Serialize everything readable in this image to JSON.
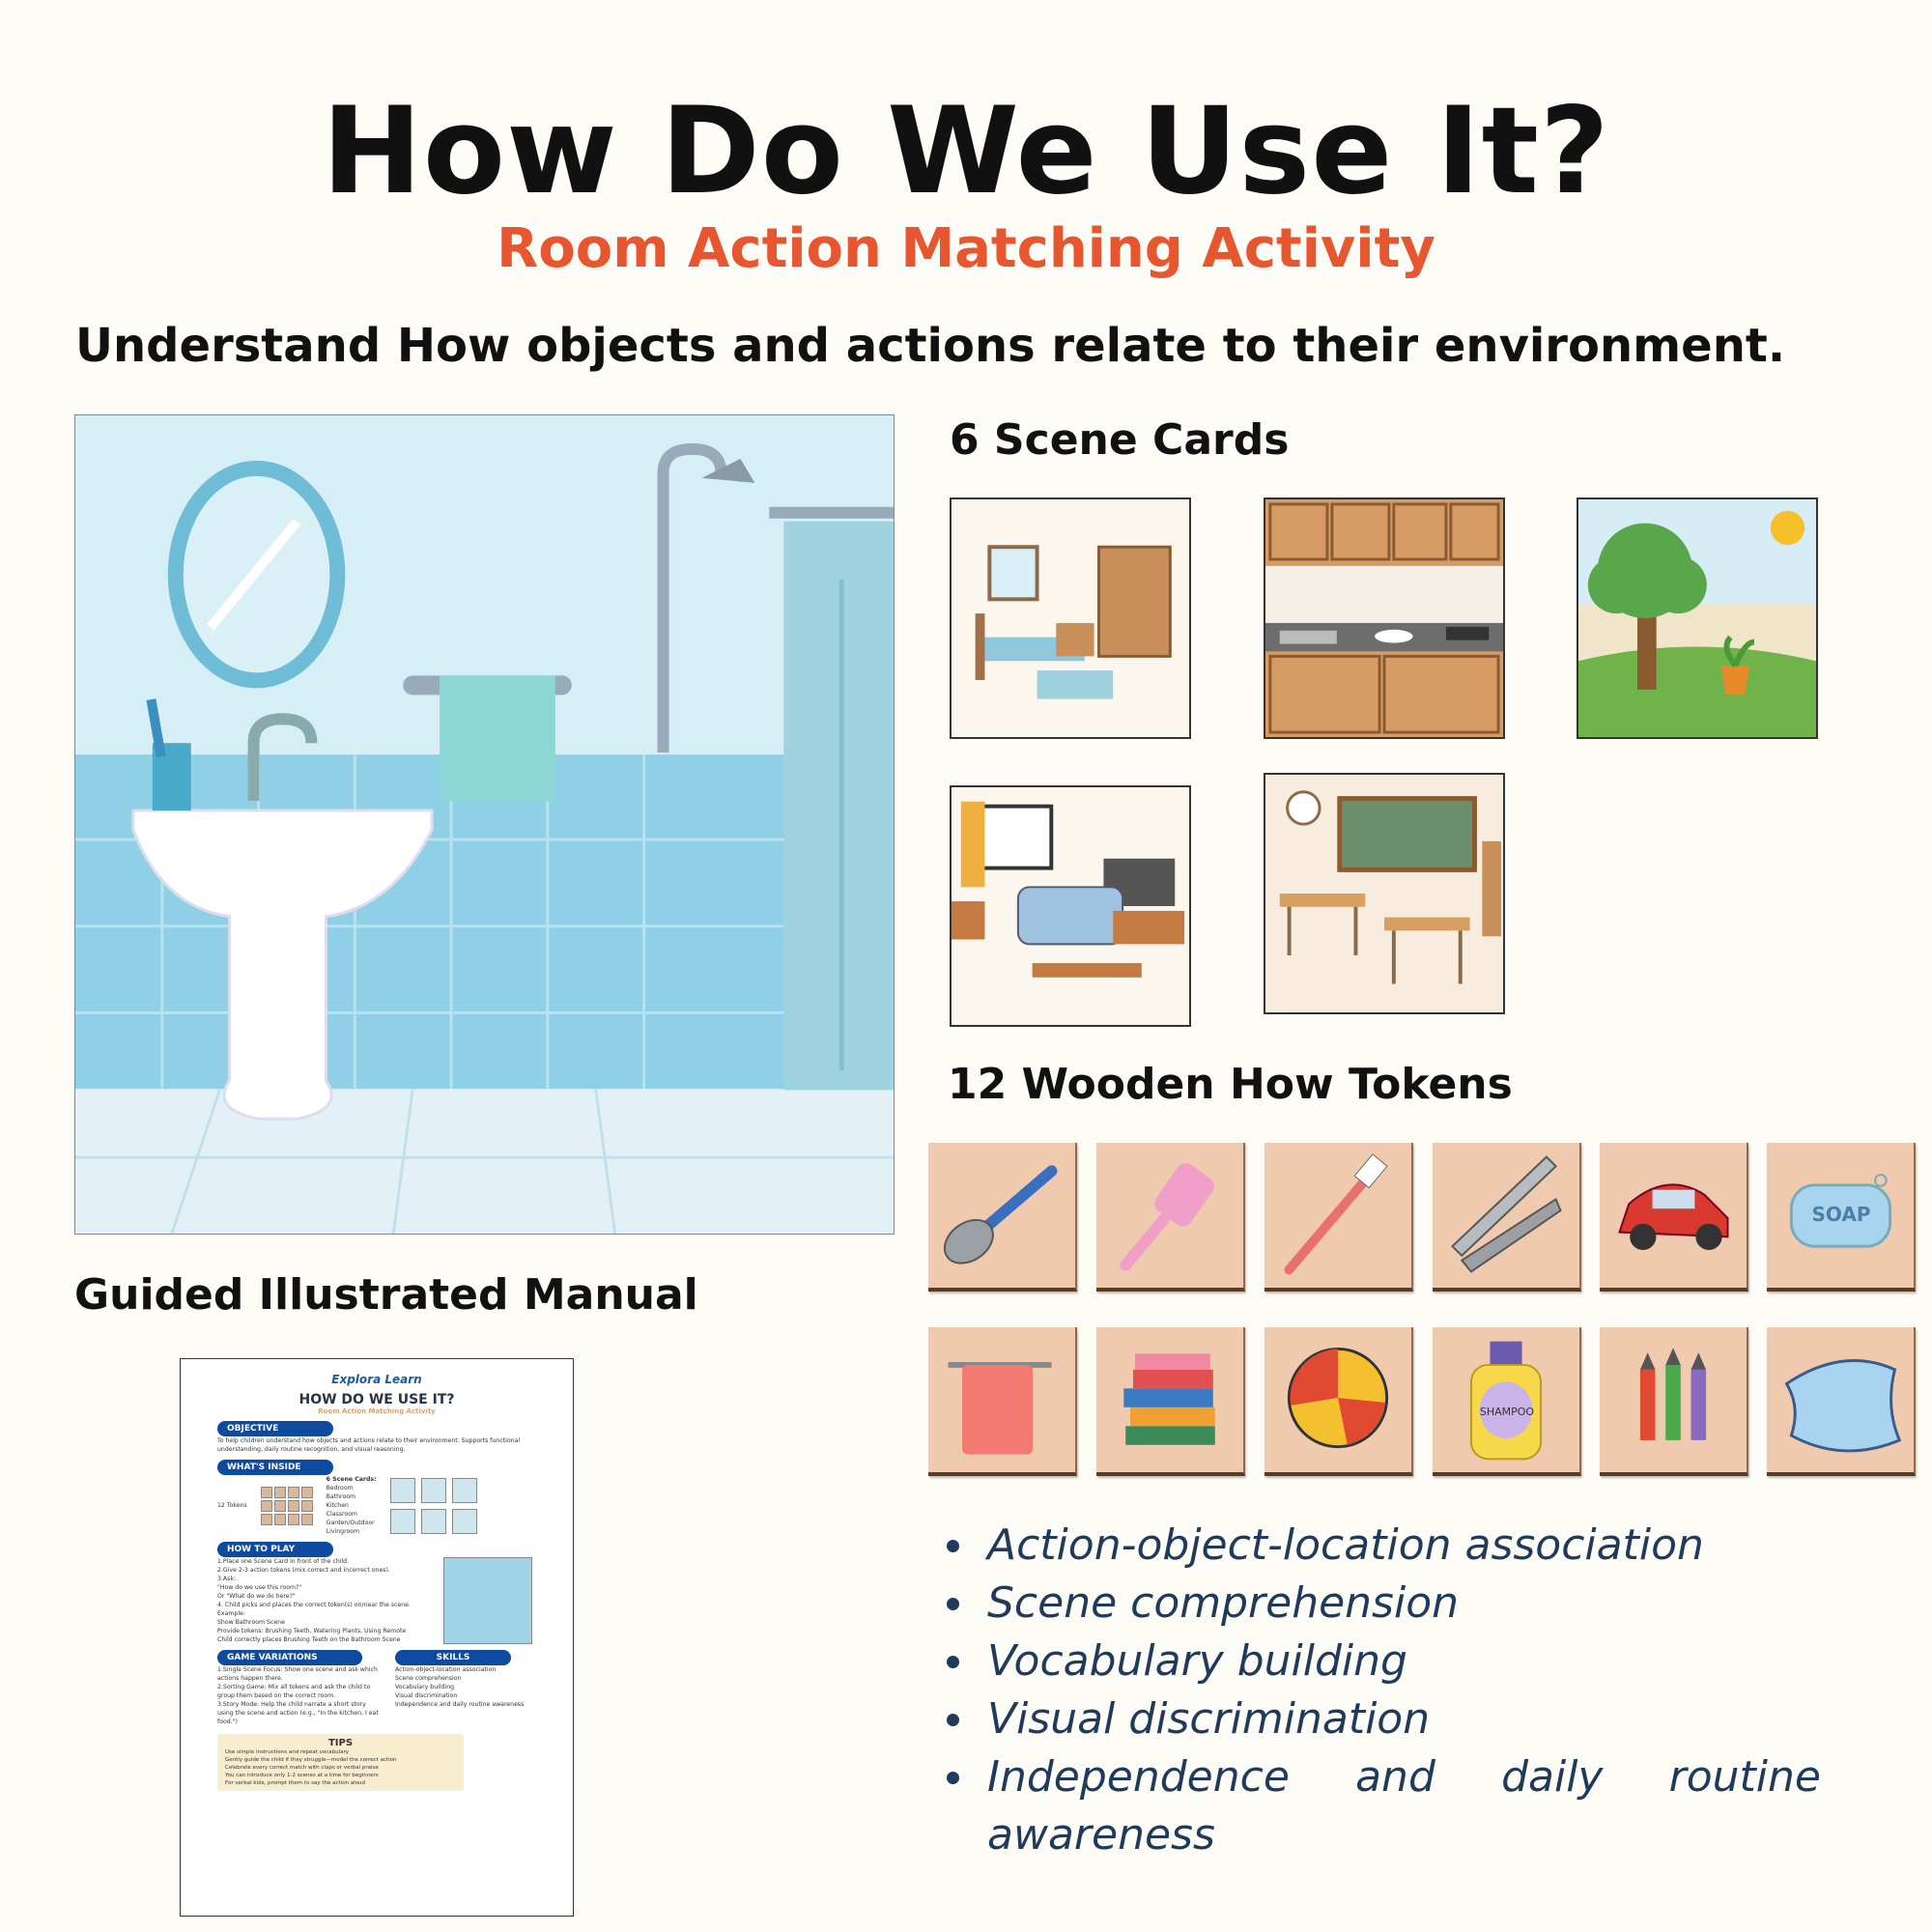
{
  "header": {
    "title": "How Do We Use It?",
    "subtitle": "Room Action Matching Activity",
    "tagline": "Understand How objects and actions relate to their environment."
  },
  "colors": {
    "accent": "#e8562f",
    "bullet_text": "#1f3a5a",
    "token_wood": "#efcaae",
    "manual_pill": "#0d4aa0"
  },
  "scene_cards": {
    "heading": "6 Scene Cards",
    "items": [
      "bedroom",
      "kitchen",
      "garden",
      "living-room",
      "classroom"
    ]
  },
  "tokens": {
    "heading": "12 Wooden How Tokens",
    "items": [
      {
        "icon": "spoon-icon"
      },
      {
        "icon": "comb-icon"
      },
      {
        "icon": "toothbrush-icon"
      },
      {
        "icon": "nail-clipper-icon"
      },
      {
        "icon": "toy-car-icon"
      },
      {
        "icon": "soap-icon",
        "label": "SOAP"
      },
      {
        "icon": "towel-icon"
      },
      {
        "icon": "books-icon"
      },
      {
        "icon": "ball-icon"
      },
      {
        "icon": "shampoo-icon",
        "label": "SHAMPOO"
      },
      {
        "icon": "crayons-icon"
      },
      {
        "icon": "pillow-icon"
      }
    ]
  },
  "skills": [
    "Action-object-location association",
    "Scene comprehension",
    "Vocabulary building",
    "Visual discrimination",
    "Independence and daily routine",
    "awareness"
  ],
  "manual": {
    "heading": "Guided Illustrated Manual",
    "brand": "Explora Learn",
    "title": "HOW DO WE USE IT?",
    "subtitle": "Room Action Matching Activity",
    "objective_label": "OBJECTIVE",
    "objective_text": "To help children understand how objects and actions relate to their environment. Supports functional understanding, daily routine recognition, and visual reasoning.",
    "inside_label": "WHAT'S INSIDE",
    "tokens_label": "12 Tokens",
    "scenes_label": "6 Scene Cards:",
    "scenes": [
      "Bedroom",
      "Bathroom",
      "Kitchen",
      "Classroom",
      "Garden/Outdoor",
      "Livingroom"
    ],
    "play_label": "HOW TO PLAY",
    "play_steps": [
      "1.Place one Scene Card in front of the child.",
      "2.Give 2-3 action tokens (mix correct and incorrect ones).",
      "3.Ask:",
      "\"How do we use this room?\"",
      "Or \"What do we do here?\"",
      "4. Child picks and places the correct token(s) on/near the scene."
    ],
    "example_label": "Example:",
    "example": [
      "Show Bathroom Scene",
      "Provide tokens: Brushing Teeth, Watering Plants, Using Remote",
      "Child correctly places Brushing Teeth on the Bathroom Scene"
    ],
    "variations_label": "GAME VARIATIONS",
    "variations": [
      "1.Single Scene Focus: Show one scene and ask which actions happen there.",
      "2.Sorting Game: Mix all tokens and ask the child to group them based on the correct room.",
      "3.Story Mode: Help the child narrate a short story using the scene and action (e.g., \"In the kitchen, I eat food.\")"
    ],
    "skills_label": "SKILLS",
    "skills": [
      "Action-object-location association",
      "Scene comprehension",
      "Vocabulary building",
      "Visual discrimination",
      "Independence and daily routine awareness"
    ],
    "tips_label": "TIPS",
    "tips": [
      "Use simple instructions and repeat vocabulary",
      "Gently guide the child if they struggle—model the correct action",
      "Celebrate every correct match with claps or verbal praise",
      "You can introduce only 1-2 scenes at a time for beginners",
      "For verbal kids, prompt them to say the action aloud"
    ]
  }
}
